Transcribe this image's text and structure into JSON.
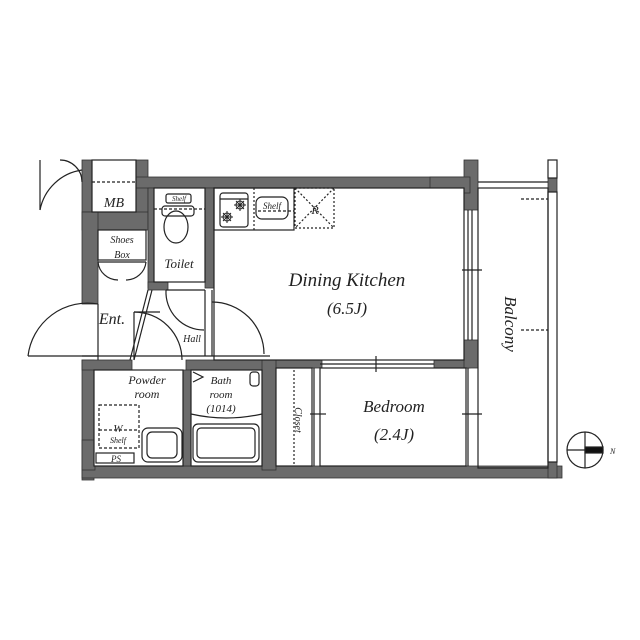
{
  "plan": {
    "rooms": {
      "mb": "MB",
      "shoes_box_1": "Shoes",
      "shoes_box_2": "Box",
      "toilet": "Toilet",
      "toilet_shelf": "Shelf",
      "entrance": "Ent.",
      "hall": "Hall",
      "dining_kitchen": "Dining Kitchen",
      "dining_kitchen_size": "(6.5J)",
      "kitchen_shelf": "Shelf",
      "refrigerator": "R",
      "balcony": "Balcony",
      "powder_room_1": "Powder",
      "powder_room_2": "room",
      "washer": "W",
      "washer_shelf": "Shelf",
      "ps": "PS",
      "bath_1": "Bath",
      "bath_2": "room",
      "bath_3": "(1014)",
      "closet": "Closet",
      "bedroom": "Bedroom",
      "bedroom_size": "(2.4J)"
    },
    "compass": {
      "label": "N"
    },
    "colors": {
      "wall": "#6b6b6b",
      "line": "#222222",
      "background": "#ffffff"
    }
  }
}
